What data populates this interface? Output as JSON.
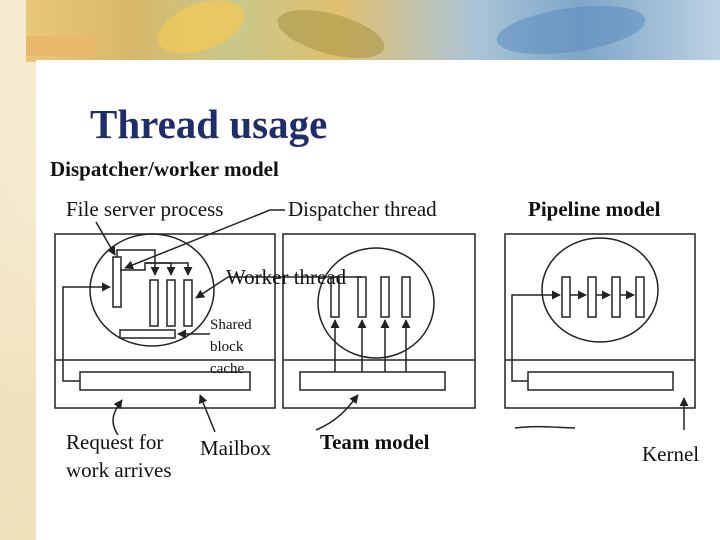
{
  "slide": {
    "title": "Thread usage",
    "subtitle": "Dispatcher/worker model"
  },
  "labels": {
    "file_server_process": "File server process",
    "dispatcher_thread": "Dispatcher thread",
    "pipeline_model": "Pipeline model",
    "worker_thread": "Worker thread",
    "shared_block_cache_line1": "Shared",
    "shared_block_cache_line2": "block",
    "shared_block_cache_line3": "cache",
    "request_line1": "Request for",
    "request_line2": "work arrives",
    "mailbox": "Mailbox",
    "team_model": "Team model",
    "kernel": "Kernel"
  },
  "colors": {
    "title": "#1f2d6b",
    "line": "#222222"
  }
}
